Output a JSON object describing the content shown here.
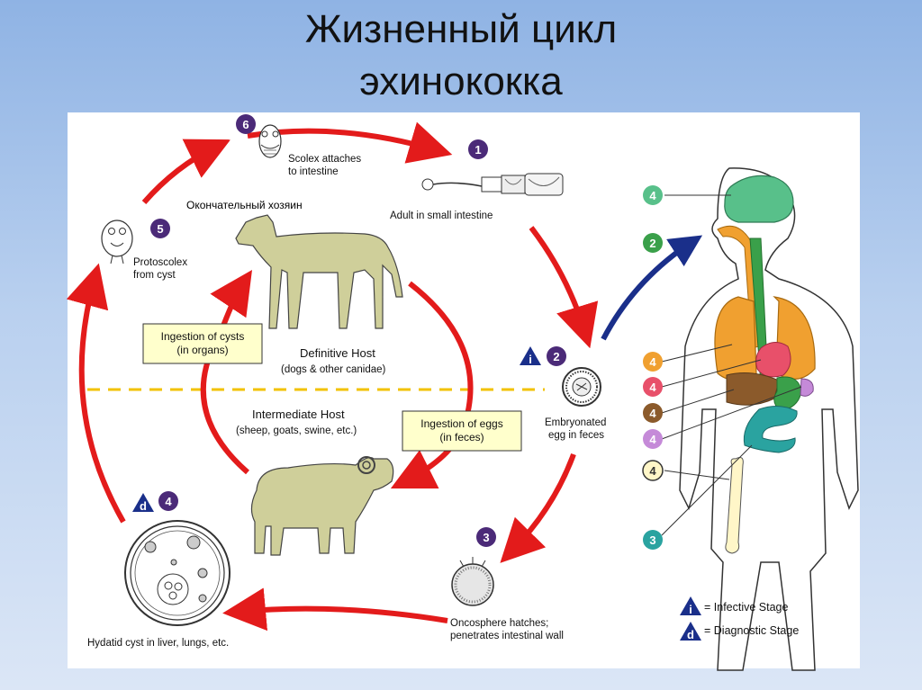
{
  "title": {
    "line1": "Жизненный цикл",
    "line2": "эхинококка"
  },
  "labels": {
    "definitive_host_ru": "Окончательный хозяин",
    "scolex_line1": "Scolex attaches",
    "scolex_line2": "to intestine",
    "adult": "Adult in small intestine",
    "protoscolex_line1": "Protoscolex",
    "protoscolex_line2": "from cyst",
    "ingestion_cysts_line1": "Ingestion of cysts",
    "ingestion_cysts_line2": "(in organs)",
    "definitive_host_line1": "Definitive Host",
    "definitive_host_line2": "(dogs & other canidae)",
    "intermediate_host_line1": "Intermediate Host",
    "intermediate_host_line2": "(sheep, goats, swine, etc.)",
    "ingestion_eggs_line1": "Ingestion of eggs",
    "ingestion_eggs_line2": "(in feces)",
    "embryonated_line1": "Embryonated",
    "embryonated_line2": "egg in feces",
    "oncosphere_line1": "Oncosphere hatches;",
    "oncosphere_line2": "penetrates intestinal wall",
    "hydatid": "Hydatid cyst in liver, lungs, etc."
  },
  "stages": {
    "s1": "1",
    "s2": "2",
    "s3": "3",
    "s4": "4",
    "s5": "5",
    "s6": "6",
    "infective_mark": "i",
    "diagnostic_mark": "d"
  },
  "body_markers": [
    "4",
    "2",
    "4",
    "4",
    "4",
    "4",
    "4",
    "3"
  ],
  "legend": {
    "infective": "= Infective Stage",
    "diagnostic": "= Diagnostic Stage"
  },
  "colors": {
    "cycle_arrow": "#e31b1b",
    "blue_arrow": "#1a2f8a",
    "stage_badge": "#4b2a78",
    "divider": "#f2c200",
    "box_fill": "#ffffcc",
    "animal_fill": "#cfcf9a",
    "brain": "#58c08a",
    "lungs": "#f0a030",
    "liver": "#8b5a2b",
    "heart": "#e8506a",
    "intestine": "#2aa3a0",
    "stomach": "#3aa04a",
    "spleen": "#c58ad8",
    "bone": "#fff6c8"
  }
}
